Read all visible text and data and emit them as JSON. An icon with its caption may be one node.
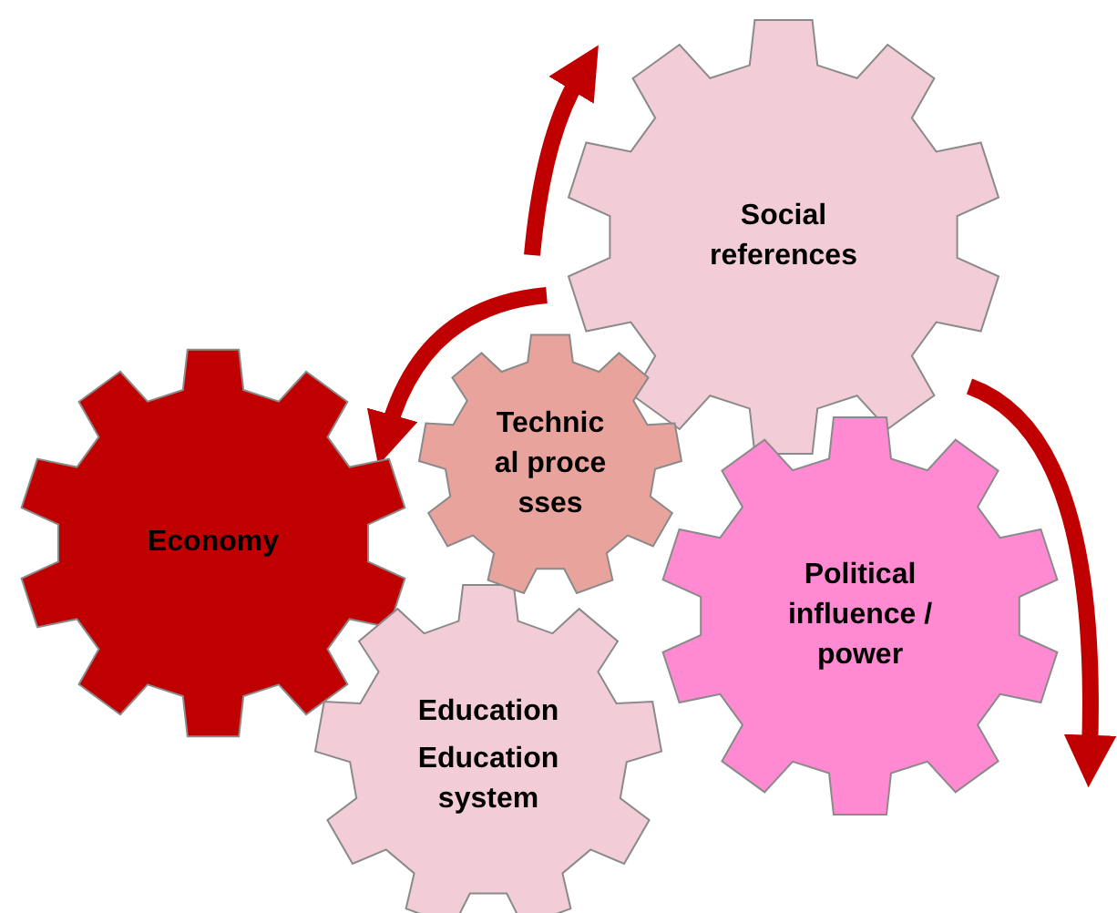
{
  "diagram": {
    "nodes": [
      {
        "text": [
          "Social references"
        ]
      },
      {
        "text": [
          "Economy"
        ]
      },
      {
        "text": [
          "Technical processes"
        ]
      },
      {
        "text": [
          "Political influence / power"
        ]
      },
      {
        "text": [
          "Education",
          "Education system"
        ]
      }
    ]
  }
}
